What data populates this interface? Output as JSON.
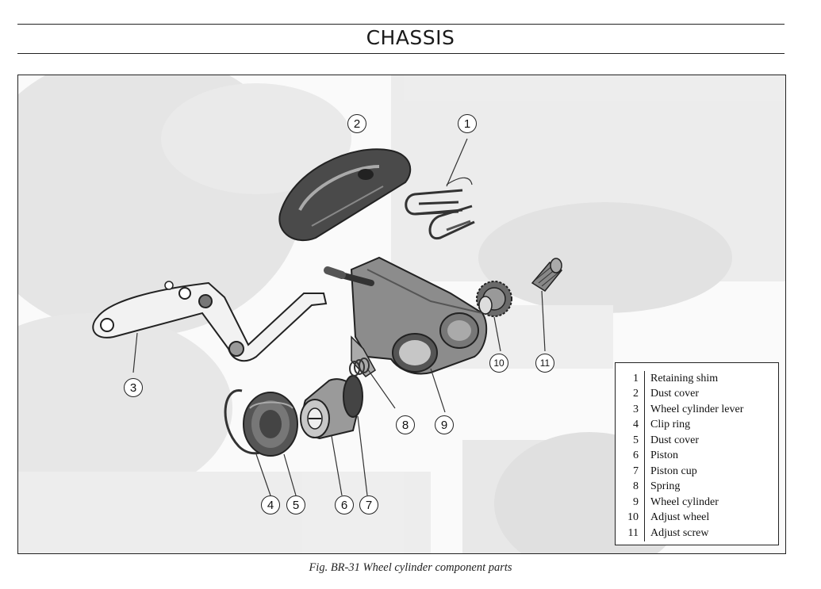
{
  "page": {
    "header_title": "CHASSIS",
    "caption": "Fig. BR-31  Wheel cylinder component parts"
  },
  "figure": {
    "callouts": [
      "1",
      "2",
      "3",
      "4",
      "5",
      "6",
      "7",
      "8",
      "9",
      "10",
      "11"
    ],
    "legend": [
      {
        "num": "1",
        "label": "Retaining shim"
      },
      {
        "num": "2",
        "label": "Dust cover"
      },
      {
        "num": "3",
        "label": "Wheel cylinder lever"
      },
      {
        "num": "4",
        "label": "Clip ring"
      },
      {
        "num": "5",
        "label": "Dust cover"
      },
      {
        "num": "6",
        "label": "Piston"
      },
      {
        "num": "7",
        "label": "Piston cup"
      },
      {
        "num": "8",
        "label": "Spring"
      },
      {
        "num": "9",
        "label": "Wheel cylinder"
      },
      {
        "num": "10",
        "label": "Adjust wheel"
      },
      {
        "num": "11",
        "label": "Adjust screw"
      }
    ]
  }
}
